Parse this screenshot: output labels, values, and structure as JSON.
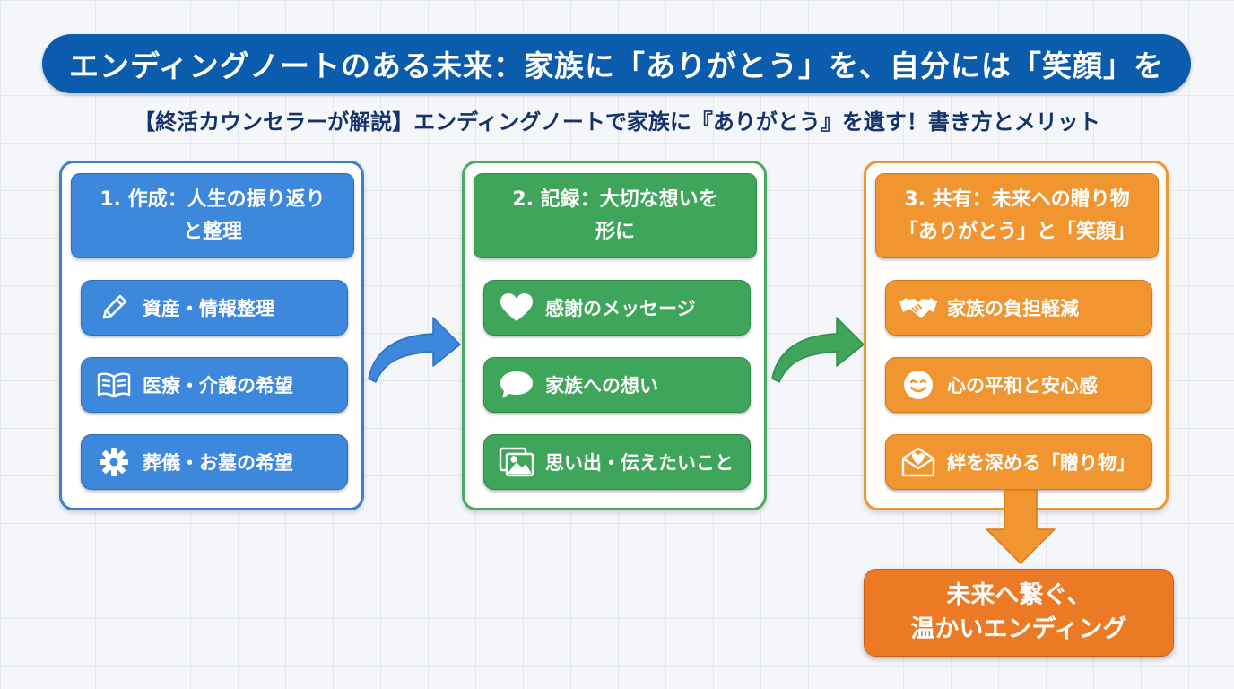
{
  "title": "エンディングノートのある未来：家族に「ありがとう」を、自分には「笑顔」を",
  "subtitle": "【終活カウンセラーが解説】エンディングノートで家族に『ありがとう』を遺す！書き方とメリット",
  "colors": {
    "title_bg": "#0b5cad",
    "blue": "#3d87dc",
    "green": "#3ea55b",
    "orange": "#f19530",
    "final": "#ec7a25"
  },
  "steps": [
    {
      "header": "1. 作成：人生の振り返り\nと整理",
      "items": [
        {
          "label": "資産・情報整理",
          "icon": "pencil-icon"
        },
        {
          "label": "医療・介護の希望",
          "icon": "book-icon"
        },
        {
          "label": "葬儀・お墓の希望",
          "icon": "gear-icon"
        }
      ]
    },
    {
      "header": "2. 記録：大切な想いを\n形に",
      "items": [
        {
          "label": "感謝のメッセージ",
          "icon": "heart-icon"
        },
        {
          "label": "家族への想い",
          "icon": "speech-bubble-icon"
        },
        {
          "label": "思い出・伝えたいこと",
          "icon": "photos-icon"
        }
      ]
    },
    {
      "header": "3. 共有：未来への贈り物\n「ありがとう」と「笑顔」",
      "items": [
        {
          "label": "家族の負担軽減",
          "icon": "handshake-icon"
        },
        {
          "label": "心の平和と安心感",
          "icon": "smile-icon"
        },
        {
          "label": "絆を深める「贈り物」",
          "icon": "heart-envelope-icon"
        }
      ]
    }
  ],
  "result": "未来へ繋ぐ、\n温かいエンディング"
}
